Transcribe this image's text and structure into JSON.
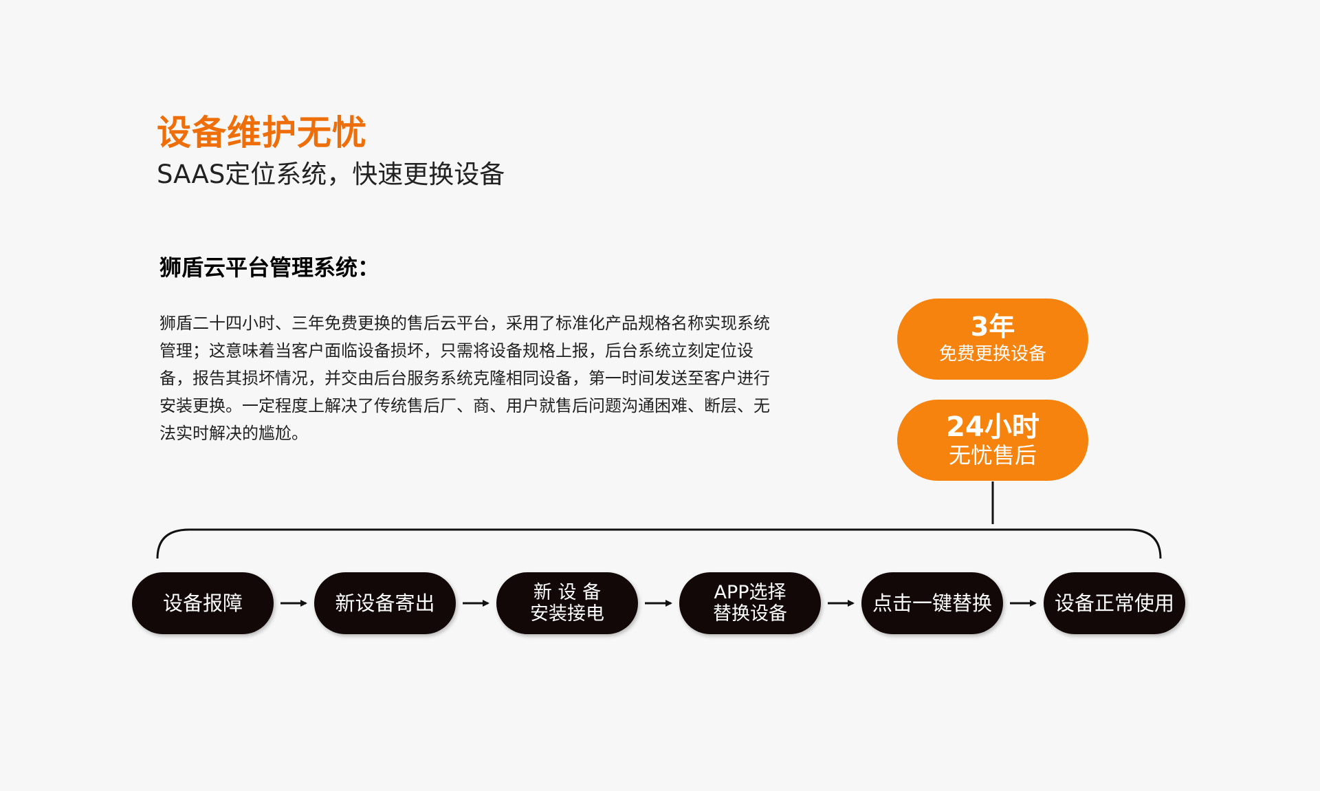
{
  "header": {
    "title": "设备维护无忧",
    "subtitle": "SAAS定位系统，快速更换设备"
  },
  "section": {
    "heading": "狮盾云平台管理系统：",
    "description": "狮盾二十四小时、三年免费更换的售后云平台，采用了标准化产品规格名称实现系统管理；这意味着当客户面临设备损坏，只需将设备规格上报，后台系统立刻定位设备，报告其损坏情况，并交由后台服务系统克隆相同设备，第一时间发送至客户进行安装更换。一定程度上解决了传统售后厂、商、用户就售后问题沟通困难、断层、无法实时解决的尴尬。"
  },
  "badges": {
    "years": {
      "big": "3年",
      "small": "免费更换设备"
    },
    "hours": {
      "big": "24小时",
      "small": "无忧售后"
    }
  },
  "flow": {
    "steps": [
      {
        "line1": "设备报障",
        "line2": ""
      },
      {
        "line1": "新设备寄出",
        "line2": ""
      },
      {
        "line1": "新 设 备",
        "line2": "安装接电"
      },
      {
        "line1": "APP选择",
        "line2": "替换设备"
      },
      {
        "line1": "点击一键替换",
        "line2": ""
      },
      {
        "line1": "设备正常使用",
        "line2": ""
      }
    ]
  },
  "colors": {
    "accent": "#ee6f0a",
    "badge": "#f6830e",
    "step_fill": "#120808",
    "background": "#f7f7f7"
  }
}
